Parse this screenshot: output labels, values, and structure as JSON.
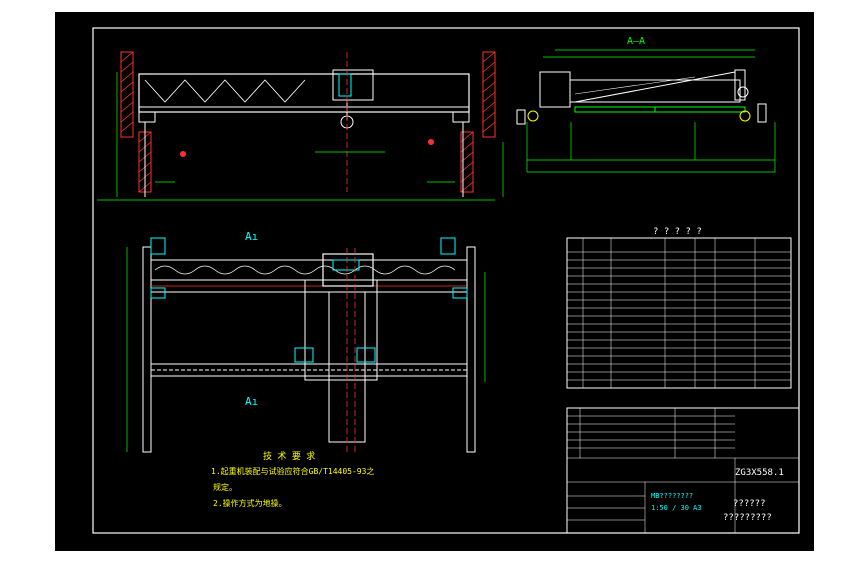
{
  "drawing": {
    "section_label": "A—A",
    "view_label_top": "Aı",
    "view_label_bottom": "Aı",
    "tech_req": {
      "title": "技 术 要 求",
      "line1": "1.起重机装配与试验应符合GB/T14405-93之",
      "line2": "规定。",
      "line3": "2.操作方式为地操。"
    },
    "params_title": "? ? ? ? ?",
    "title_block": {
      "drawing_no": "ZG3X558.1",
      "name_line1": "??????",
      "name_line2": "?????????",
      "scale_info": "1:50 / 30   A3",
      "code": "MB????????"
    }
  },
  "colors": {
    "background": "#000000",
    "frame": "#ffffff",
    "structure": "#ffffff",
    "dimension": "#00ff00",
    "centerline": "#ff0000",
    "hatch": "#ff3030",
    "accent_yellow": "#ffff00",
    "accent_cyan": "#00ffff"
  }
}
